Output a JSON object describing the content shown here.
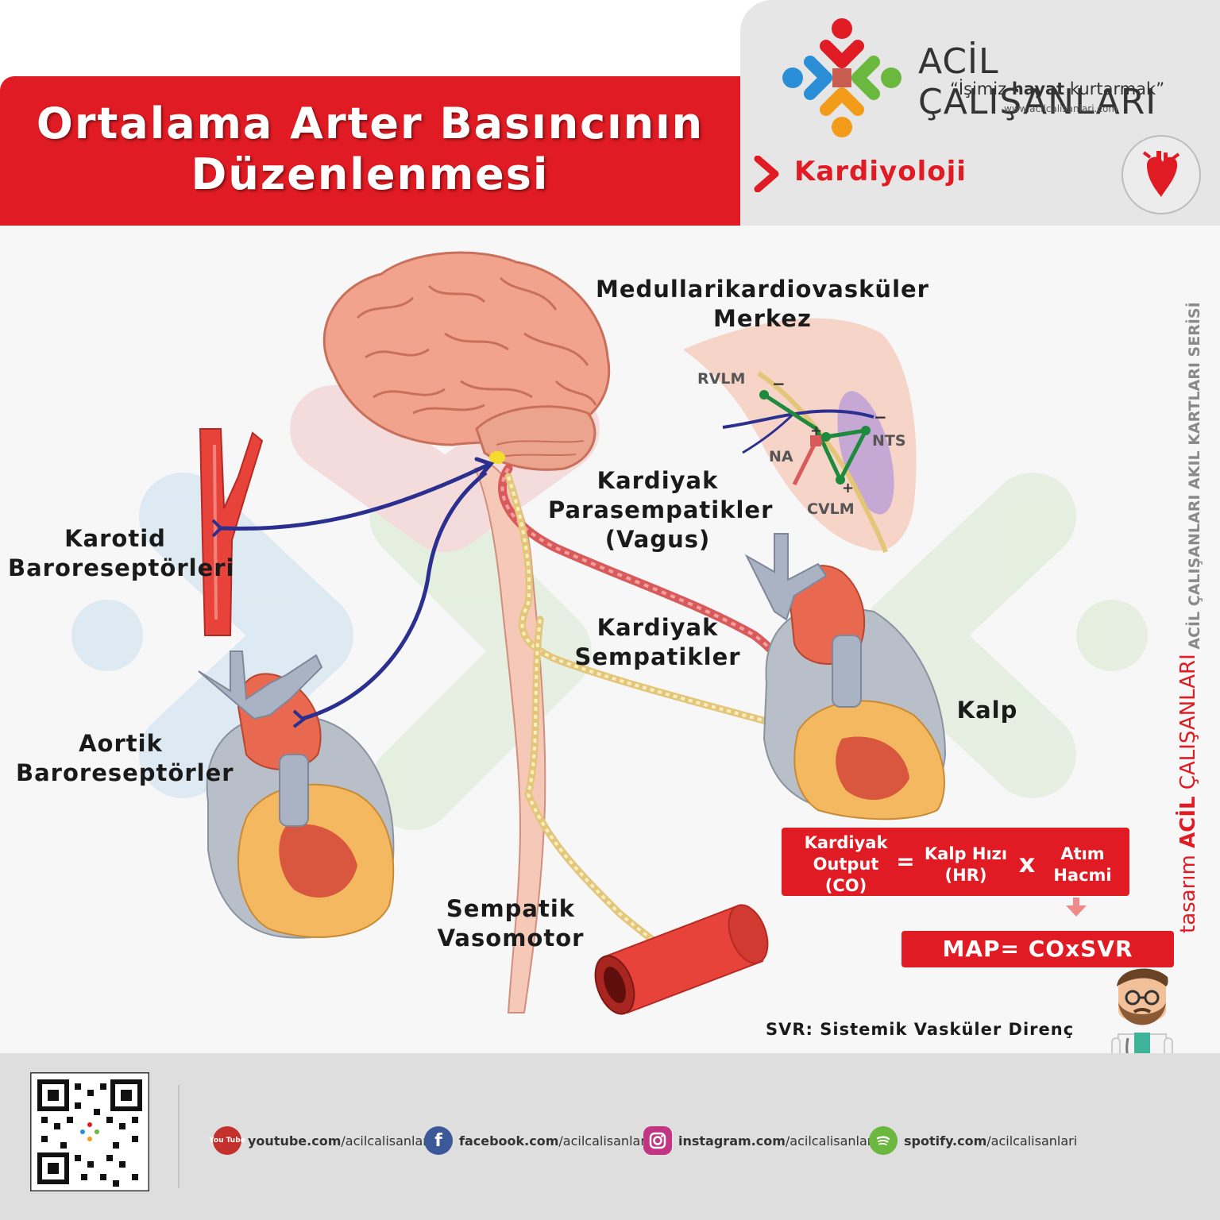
{
  "title": {
    "line1": "Ortalama Arter Basıncının",
    "line2": "Düzenlenmesi"
  },
  "brand": {
    "name": "ACİL ÇALIŞANLARI",
    "slogan_pre": "“İşimiz ",
    "slogan_bold": "hayat",
    "slogan_post": " kurtarmak”",
    "url": "www.acilcalisanlari.com",
    "logo_icon": "acil-calisanlari-logo"
  },
  "category": {
    "label": "Kardiyoloji",
    "icon": "heart-icon"
  },
  "side": {
    "series": "ACİL ÇALIŞANLARI AKIL KARTLARI SERİSİ",
    "design_prefix": "tasarım",
    "design_brand_bold": "ACİL",
    "design_brand_rest": " ÇALIŞANLARI"
  },
  "diagram": {
    "medullary_line1": "Medullarikardiovasküler",
    "medullary_line2": "Merkez",
    "rvlm": "RVLM",
    "nts": "NTS",
    "na": "NA",
    "cvlm": "CVLM",
    "minus1": "−",
    "minus2": "−",
    "plus1": "+",
    "plus2": "+",
    "karotid_line1": "Karotid",
    "karotid_line2": "Baroreseptörleri",
    "aortik_line1": "Aortik",
    "aortik_line2": "Baroreseptörler",
    "parasym_line1": "Kardiyak",
    "parasym_line2": "Parasempatikler",
    "parasym_line3": "(Vagus)",
    "sym_line1": "Kardiyak",
    "sym_line2": "Sempatikler",
    "vaso_line1": "Sempatik",
    "vaso_line2": "Vasomotor",
    "kalp": "Kalp"
  },
  "formula": {
    "co_line1": "Kardiyak",
    "co_line2": "Output",
    "co_line3": "(CO)",
    "equals": "=",
    "hr_line1": "Kalp Hızı",
    "hr_line2": "(HR)",
    "times": "x",
    "sv_line1": "Atım",
    "sv_line2": "Hacmi",
    "map": "MAP= COxSVR",
    "svr_note": "SVR: Sistemik Vasküler Direnç"
  },
  "footer": {
    "qr_icon": "qr-code",
    "youtube_bold": "youtube.com",
    "youtube_rest": "/acilcalisanlari",
    "youtube_icon_text": "You Tube",
    "facebook_bold": "facebook.com",
    "facebook_rest": "/acilcalisanlari",
    "instagram_bold": "instagram.com",
    "instagram_rest": "/acilcalisanlari",
    "spotify_bold": "spotify.com",
    "spotify_rest": "/acilcalisanlari"
  },
  "colors": {
    "brand_red": "#e01b23",
    "artery_red": "#e8433a",
    "nerve_blue": "#2b2f8f",
    "nerve_yellow": "#f3e3a0",
    "vagus_pink": "#d95a5a",
    "brain_pink": "#f2a38d",
    "heart_orange": "#f4b860",
    "vein_gray": "#a9b3c4"
  }
}
